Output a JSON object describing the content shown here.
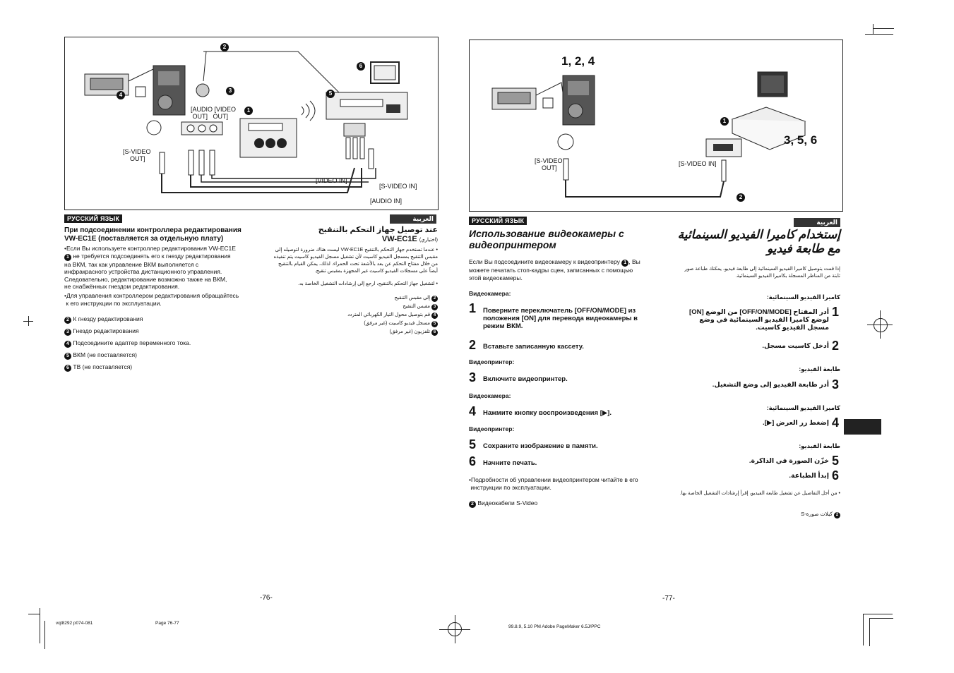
{
  "left_page": {
    "figure": {
      "labels": {
        "audio_video_out": "[AUDIO [VIDEO\n OUT]   OUT]",
        "s_video_out": "[S-VIDEO\n    OUT]",
        "video_in": "[VIDEO IN]",
        "s_video_in": "[S-VIDEO IN]",
        "audio_in": "[AUDIO IN]"
      },
      "callouts": [
        "1",
        "2",
        "3",
        "4",
        "5",
        "6"
      ]
    },
    "ru": {
      "lang_label": "РУССКИЙ ЯЗЫК",
      "heading": "При подсоединении контроллера редактирования\nVW-EC1E (поставляется за отдельную плату)",
      "b1_lead": "•Если Вы используете контроллер редактирования VW-EC1E",
      "b1_circ": "1",
      "b1_rest": " не требуется подсоединять его к гнезду редактирования\nна ВКМ, так как управление ВКМ выполняется с\nинфракрасного устройства дистанционного управления.\nСледовательно, редактирование возможно также на ВКМ,\nне снабжённых гнездом редактирования.",
      "b2": "•Для управления контроллером редактирования обращайтесь\n к его инструкции по эксплуатации.",
      "legend": [
        {
          "n": "2",
          "text": "К гнезду редактирования"
        },
        {
          "n": "3",
          "text": "Гнездо редактирования"
        },
        {
          "n": "4",
          "text": "Подсоедините адаптер переменного тока."
        },
        {
          "n": "5",
          "text": "ВКМ (не поставляется)"
        },
        {
          "n": "6",
          "text": "ТВ (не поставляется)"
        }
      ]
    },
    "ar": {
      "lang_label": "العربية",
      "heading_line1": "عند توصيل جهاز التحكم بالتنقيح",
      "heading_line2": "VW-EC1E",
      "heading_suffix": "(اختياري)",
      "b1": "• عندما تستخدم جهاز التحكم بالتنقيح VW-EC1E ليست هناك ضرورة لتوصيله إلى مقبس التنقيح بمسجل الفيديو كاسيت لأن تشغيل مسجل الفيديو كاسيت يتم تنفيذه من خلال مفتاح التحكم عن بعد بالأشعة تحت الحمراء. لذلك، يمكن القيام بالتنقيح أيضاً على مسجلات الفيديو كاسيت غير المجهزة بمقبس تنقيح.",
      "b2": "• لتشغيل جهاز التحكم بالتنقيح، ارجع إلى إرشادات التشغيل الخاصة به.",
      "legend": [
        {
          "n": "2",
          "text": "إلى مقبس التنقيح"
        },
        {
          "n": "3",
          "text": "مقبس التنقيح"
        },
        {
          "n": "4",
          "text": "قم بتوصيل محول التيار الكهربائي المتردد"
        },
        {
          "n": "5",
          "text": "مسجل فيديو كاسيت (غير مرفق)"
        },
        {
          "n": "6",
          "text": "تلفزيون (غير مرفق)"
        }
      ]
    },
    "page_number": "-76-"
  },
  "right_page": {
    "figure": {
      "step_label_left": "1, 2, 4",
      "step_label_right": "3, 5, 6",
      "labels": {
        "s_video_out": "[S-VIDEO\n    OUT]",
        "s_video_in": "[S-VIDEO IN]"
      },
      "callouts": [
        "1",
        "2"
      ]
    },
    "ru": {
      "lang_label": "РУССКИЙ ЯЗЫК",
      "title": "Использование видеокамеры с\nвидеопринтером",
      "intro_pre": "Если Вы подсоедините видеокамеру к видеопринтеру",
      "intro_circ": "1",
      "intro_post": ", Вы\nможете печатать стоп-кадры сцен, записанных с помощью\nэтой видеокамеры.",
      "steps": [
        {
          "section": "Видеокамера:",
          "num": "1",
          "text": "Поверните переключатель [OFF/ON/MODE] из\nположения [ON] для перевода видеокамеры в\nрежим ВКМ."
        },
        {
          "section": "",
          "num": "2",
          "text": "Вставьте записанную кассету."
        },
        {
          "section": "Видеопринтер:",
          "num": "3",
          "text": "Включите видеопринтер."
        },
        {
          "section": "Видеокамера:",
          "num": "4",
          "text": "Нажмите кнопку воспроизведения [▶]."
        },
        {
          "section": "Видеопринтер:",
          "num": "5",
          "text": "Сохраните изображение в памяти."
        },
        {
          "section": "",
          "num": "6",
          "text": "Начните печать."
        }
      ],
      "note": "•Подробности об управлении видеопринтером читайте в его\n инструкции по эксплуатации.",
      "legend": [
        {
          "n": "2",
          "text": "Видеокабели S-Video"
        }
      ]
    },
    "ar": {
      "lang_label": "العربية",
      "title_line1": "إستخدام كاميرا الفيديو السينمائية",
      "title_line2": "مع طابعة فيديو",
      "intro": "إذا قمت بتوصيل كاميرا الفيديو السينمائية إلى طابعة فيديو، يمكنك طباعة صور ثابتة من المناظر المسجلة بكاميرا الفيديو السينمائية.",
      "steps": [
        {
          "section": "كاميرا الفيديو السينمائية:",
          "num": "1",
          "text": "أدر المفتاح [OFF/ON/MODE] من الوضع [ON]\nلوضع كاميرا الفيديو السينمائية في وضع\nمسجل الفيديو كاسيت."
        },
        {
          "section": "",
          "num": "2",
          "text": "أدخل كاسيت مسجل."
        },
        {
          "section": "طابعة الفيديو:",
          "num": "3",
          "text": "أدر طابعة الفيديو إلى وضع التشغيل."
        },
        {
          "section": "كاميرا الفيديو السينمائية:",
          "num": "4",
          "text": "إضغط زر العرض [▶]."
        },
        {
          "section": "طابعة الفيديو:",
          "num": "5",
          "text": "خزّن الصورة في الذاكرة."
        },
        {
          "section": "",
          "num": "6",
          "text": "إبدأ الطباعة."
        }
      ],
      "note": "• من أجل التفاصيل عن تشغيل طابعة الفيديو، إقرأ إرشادات التشغيل الخاصة بها.",
      "legend": [
        {
          "n": "2",
          "text": "كبلات صورة-S"
        }
      ]
    },
    "page_number": "-77-"
  },
  "footer": {
    "job": "vqt8292 p074-081",
    "page": "Page 76-77",
    "print_info": "99.8.9, 5.10 PM   Adobe PageMaker 6.5J/PPC"
  }
}
